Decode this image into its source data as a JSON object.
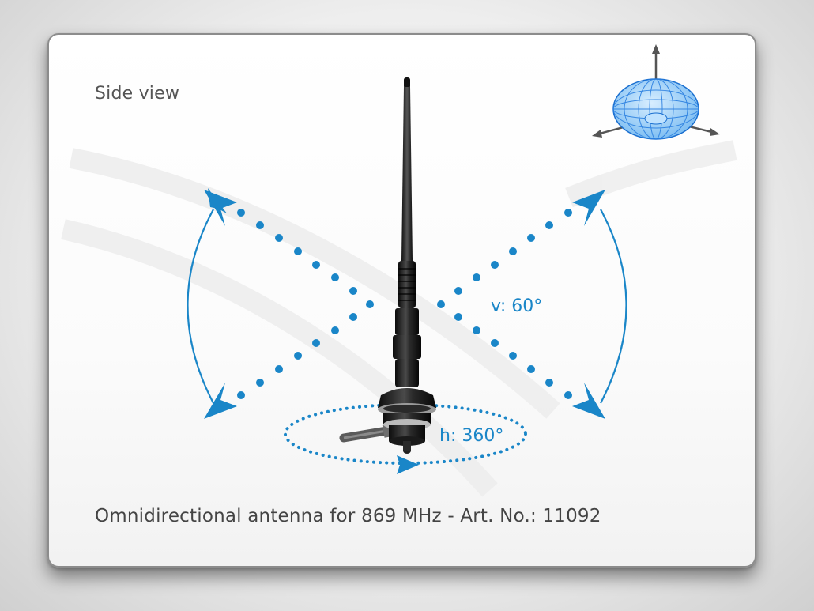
{
  "labels": {
    "side_view": "Side view",
    "vertical": "v: 60°",
    "horizontal": "h: 360°",
    "caption": "Omnidirectional antenna for 869 MHz - Art. No.: 11092"
  },
  "colors": {
    "accent_blue": "#1a86c8",
    "background": "#ffffff",
    "antenna_black": "#1b1b1b"
  },
  "icons": {
    "radiation_pattern": "toroid-radiation-pattern-icon",
    "antenna": "antenna-image"
  }
}
